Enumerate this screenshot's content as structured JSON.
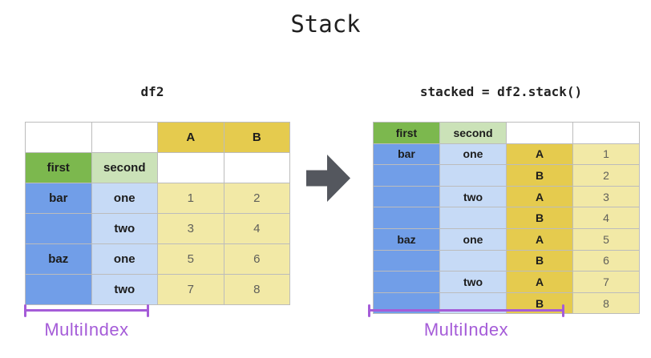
{
  "title": "Stack",
  "left": {
    "caption": "df2",
    "rows": [
      [
        "",
        "",
        "A",
        "B"
      ],
      [
        "first",
        "second",
        "",
        ""
      ],
      [
        "bar",
        "one",
        "1",
        "2"
      ],
      [
        "",
        "two",
        "3",
        "4"
      ],
      [
        "baz",
        "one",
        "5",
        "6"
      ],
      [
        "",
        "two",
        "7",
        "8"
      ]
    ],
    "bracket_label": "MultiIndex"
  },
  "right": {
    "caption": "stacked = df2.stack()",
    "rows": [
      [
        "first",
        "second",
        "",
        ""
      ],
      [
        "bar",
        "one",
        "A",
        "1"
      ],
      [
        "",
        "",
        "B",
        "2"
      ],
      [
        "",
        "two",
        "A",
        "3"
      ],
      [
        "",
        "",
        "B",
        "4"
      ],
      [
        "baz",
        "one",
        "A",
        "5"
      ],
      [
        "",
        "",
        "B",
        "6"
      ],
      [
        "",
        "two",
        "A",
        "7"
      ],
      [
        "",
        "",
        "B",
        "8"
      ]
    ],
    "bracket_label": "MultiIndex"
  },
  "colors": {
    "gold": "#e5cb4e",
    "light_yellow": "#f2e9a6",
    "green": "#7cb84e",
    "light_green": "#cbe2b8",
    "blue": "#719ee8",
    "light_blue": "#c6daf6",
    "purple": "#a55cd8",
    "arrow_gray": "#54575e",
    "border_gray": "#bcbcbc",
    "text_dark": "#1c1c1c",
    "text_muted": "#60605a"
  }
}
